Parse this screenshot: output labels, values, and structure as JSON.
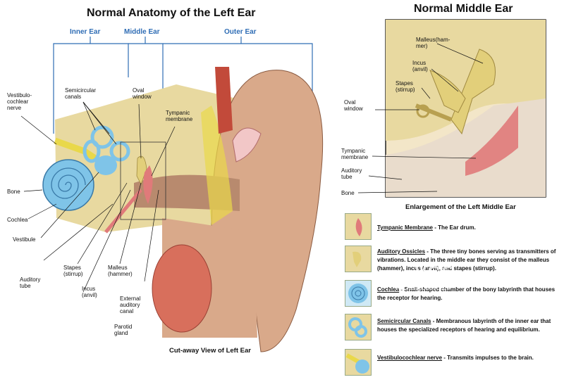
{
  "left_title": "Normal Anatomy of the Left Ear",
  "right_title": "Normal Middle Ear",
  "sections": {
    "inner": "Inner Ear",
    "middle": "Middle Ear",
    "outer": "Outer Ear"
  },
  "left_labels": {
    "vestibulo": "Vestibulo-\ncochlear\nnerve",
    "semicircular": "Semicircular\ncanals",
    "oval": "Oval\nwindow",
    "tympanic": "Tympanic\nmembrane",
    "bone": "Bone",
    "cochlea": "Cochlea",
    "vestibule": "Vestibule",
    "auditory_tube": "Auditory\ntube",
    "stapes": "Stapes\n(stirrup)",
    "incus": "Incus\n(anvil)",
    "malleus": "Malleus\n(hammer)",
    "external_canal": "External\nauditory\ncanal",
    "parotid": "Parotid\ngland"
  },
  "left_caption": "Cut-away View of Left Ear",
  "right_labels": {
    "malleus": "Malleus(ham-\nmer)",
    "incus": "Incus\n(anvil)",
    "stapes": "Stapes\n(stirrup)",
    "oval": "Oval\nwindow",
    "tympanic": "Tympanic\nmembrane",
    "auditory_tube": "Auditory\ntube",
    "bone": "Bone"
  },
  "right_caption": "Enlargement of the Left Middle Ear",
  "legend": [
    {
      "term": "Tympanic Membrane",
      "desc": " - The Ear drum."
    },
    {
      "term": "Auditory Ossicles",
      "desc": " - The three tiny bones serving as transmitters of vibrations. Located in the middle ear they consist of the malleus (hammer), incus (anvil), and stapes (stirrup)."
    },
    {
      "term": "Cochlea",
      "desc": " - Snail-shaped chamber of the bony labyrinth that houses the receptor for hearing."
    },
    {
      "term": "Semicircular Canals",
      "desc": " - Membranous labyrinth of the inner ear that houses the specialized receptors of hearing and equilibrium."
    },
    {
      "term": "Vestibulocochlear nerve",
      "desc": " - Transmits impulses to the brain."
    }
  ],
  "watermark": {
    "logo": "VCG",
    "id": "VCG211336018914"
  },
  "colors": {
    "bracket": "#2f6db5",
    "bone": "#e8d9a0",
    "skin": "#d9a98a",
    "cochlea": "#7fc4e8",
    "ossicle": "#e2cf7a",
    "drum": "#e07a7a",
    "parotid": "#d86f5c"
  }
}
